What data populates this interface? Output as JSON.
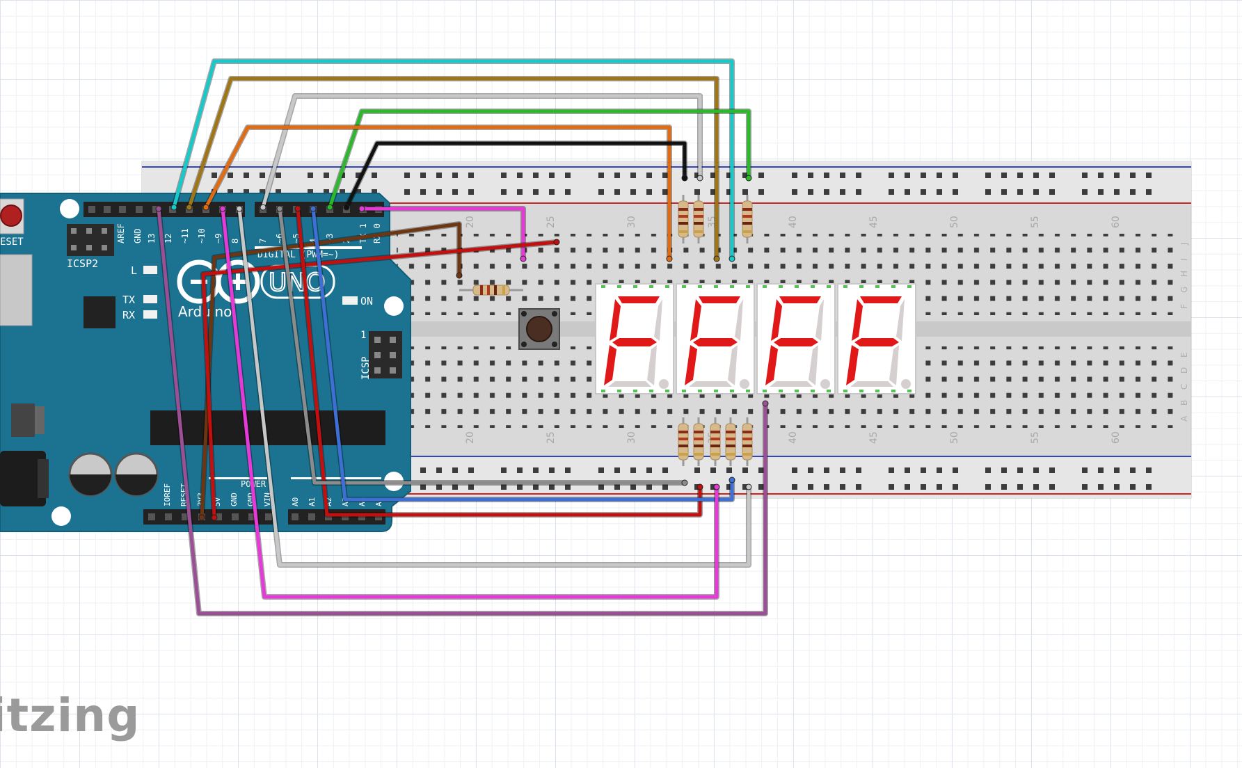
{
  "app": {
    "brand": "itzing"
  },
  "arduino": {
    "board_name": "UNO",
    "logo_text": "Arduino",
    "reset_label": "ESET",
    "icsp_label": "ICSP",
    "icsp2_label": "ICSP2",
    "digital_header_label": "DIGITAL (PWM=~)",
    "top_pin_labels": [
      "AREF",
      "GND",
      "13",
      "12",
      "~11",
      "~10",
      "~9",
      "8",
      "7",
      "~6",
      "~5",
      "4",
      "~3",
      "2",
      "TX 1",
      "RX 0"
    ],
    "power_label": "POWER",
    "power_pins": [
      "IOREF",
      "RESET",
      "3V3",
      "5V",
      "GND",
      "GND",
      "VIN"
    ],
    "analog_pins": [
      "A0",
      "A1",
      "A2",
      "A3",
      "A4",
      "A5"
    ],
    "led_l": "L",
    "led_tx": "TX",
    "led_rx": "RX",
    "led_on": "ON",
    "icsp_pin_1": "1",
    "colors": {
      "board": "#1b7391",
      "board_dark": "#135d76"
    }
  },
  "breadboard": {
    "column_numbers": [
      "20",
      "25",
      "30",
      "35",
      "40",
      "45",
      "50",
      "55",
      "60"
    ],
    "row_letters_top": [
      "J",
      "I",
      "H",
      "G",
      "F"
    ],
    "row_letters_bottom": [
      "E",
      "D",
      "C",
      "B",
      "A"
    ],
    "colors": {
      "body": "#d8d8d8",
      "rail_blue": "#3344bb",
      "rail_red": "#cc2222"
    }
  },
  "displays": [
    {
      "char": "F",
      "dp_on": false
    },
    {
      "char": "F",
      "dp_on": false
    },
    {
      "char": "F",
      "dp_on": false
    },
    {
      "char": "F",
      "dp_on": false
    }
  ],
  "wire_colors": {
    "cyan": "#19c9c9",
    "brown": "#a07515",
    "white": "#c8c8c8",
    "green": "#2cb82c",
    "orange": "#e06b13",
    "black": "#111111",
    "magenta": "#e63ad6",
    "darkbrown": "#6e3512",
    "red": "#c01010",
    "grey": "#8c8c8c",
    "blue": "#3d6fd4",
    "purple": "#9b4f94"
  }
}
